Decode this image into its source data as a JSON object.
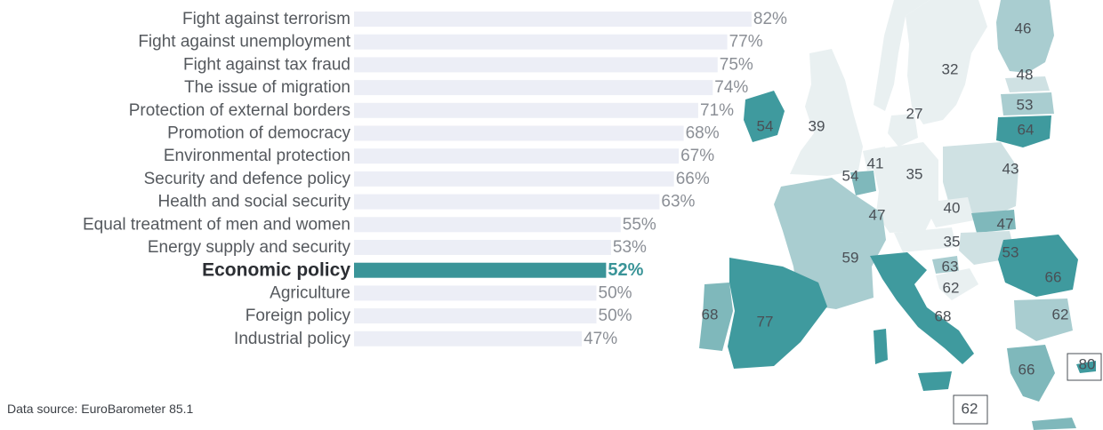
{
  "chart_data": {
    "type": "bar",
    "orientation": "horizontal",
    "categories": [
      "Fight against terrorism",
      "Fight against unemployment",
      "Fight against tax fraud",
      "The issue of migration",
      "Protection of external borders",
      "Promotion of democracy",
      "Environmental protection",
      "Security and defence policy",
      "Health and social security",
      "Equal treatment of men and women",
      "Energy supply and security",
      "Economic policy",
      "Agriculture",
      "Foreign policy",
      "Industrial policy"
    ],
    "values": [
      82,
      77,
      75,
      74,
      71,
      68,
      67,
      66,
      63,
      55,
      53,
      52,
      50,
      50,
      47
    ],
    "value_labels": [
      "82%",
      "77%",
      "75%",
      "74%",
      "71%",
      "68%",
      "67%",
      "66%",
      "63%",
      "55%",
      "53%",
      "52%",
      "50%",
      "50%",
      "47%"
    ],
    "highlighted_category": "Economic policy",
    "xlim": [
      0,
      100
    ],
    "grid": false,
    "colors": {
      "track": "#eceef6",
      "highlight": "#3a9498"
    }
  },
  "source_note": "Data source: EuroBarometer 85.1",
  "map": {
    "colors": [
      "#3f9a9e",
      "#7fb8bb",
      "#a9cdd0",
      "#cfe1e3",
      "#e9f0f1"
    ],
    "labels": [
      "46",
      "48",
      "32",
      "53",
      "27",
      "54",
      "39",
      "64",
      "41",
      "35",
      "43",
      "54",
      "47",
      "40",
      "47",
      "35",
      "53",
      "59",
      "63",
      "66",
      "62",
      "62",
      "68",
      "77",
      "68",
      "66",
      "80",
      "62"
    ]
  }
}
